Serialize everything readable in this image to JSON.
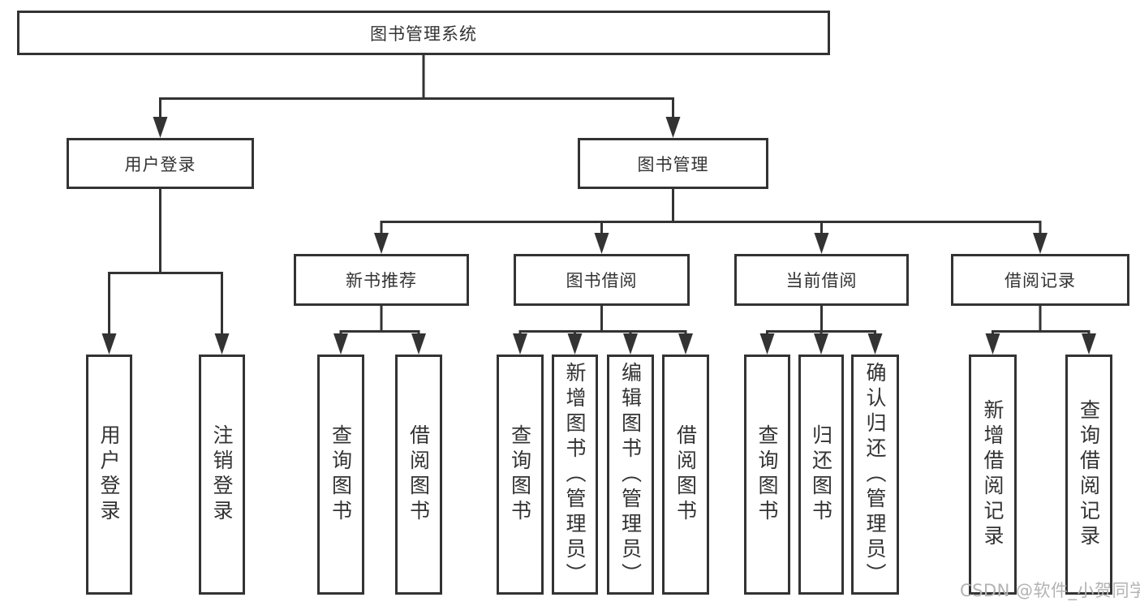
{
  "diagram": {
    "title": "图书管理系统",
    "root": "图书管理系统",
    "line_color": "#333333",
    "box_border_color": "#333333",
    "background_color": "#ffffff",
    "user_login": {
      "label": "用户登录",
      "children": [
        "用户登录",
        "注销登录"
      ]
    },
    "book_management": {
      "label": "图书管理",
      "sections": [
        {
          "label": "新书推荐",
          "children": [
            "查询图书",
            "借阅图书"
          ]
        },
        {
          "label": "图书借阅",
          "children": [
            "查询图书",
            "新增图书（管理员）",
            "编辑图书（管理员）",
            "借阅图书"
          ]
        },
        {
          "label": "当前借阅",
          "children": [
            "查询图书",
            "归还图书",
            "确认归还（管理员）"
          ]
        },
        {
          "label": "借阅记录",
          "children": [
            "新增借阅记录",
            "查询借阅记录"
          ]
        }
      ]
    }
  },
  "watermark": {
    "text": "CSDN @软件_小贺同学",
    "color": "#b3b3b3"
  }
}
